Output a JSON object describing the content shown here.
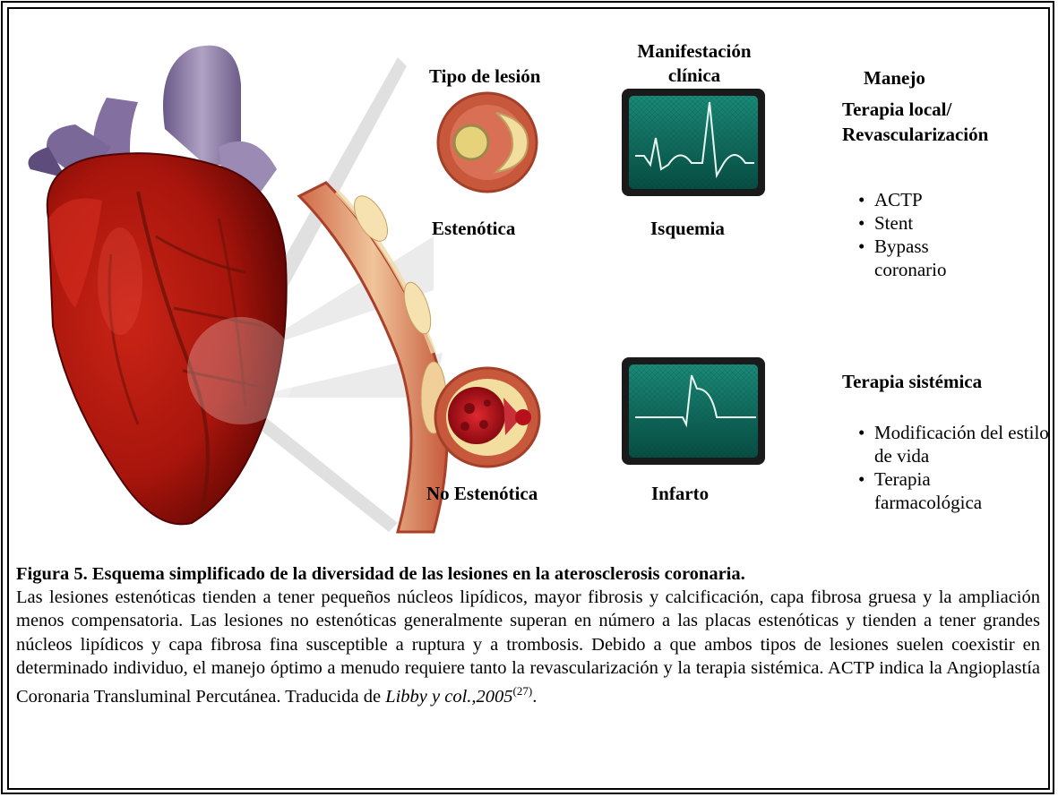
{
  "columns": {
    "lesion_header": "Tipo de lesión",
    "manifestation_header": "Manifestación clínica",
    "management_header": "Manejo"
  },
  "rows": [
    {
      "lesion": "Estenótica",
      "manifestation": "Isquemia",
      "therapy_title": "Terapia local/ Revascularización",
      "therapy_items": [
        "ACTP",
        "Stent",
        "Bypass coronario"
      ]
    },
    {
      "lesion": "No Estenótica",
      "manifestation": "Infarto",
      "therapy_title": "Terapia sistémica",
      "therapy_items": [
        "Modificación del estilo de vida",
        "Terapia farmacológica"
      ]
    }
  ],
  "caption": {
    "title": "Figura 5. Esquema simplificado de la diversidad de las lesiones en la aterosclerosis coronaria.",
    "body": "Las lesiones estenóticas tienden a tener pequeños núcleos lipídicos, mayor fibrosis y calcificación, capa fibrosa gruesa y la ampliación menos compensatoria. Las lesiones no estenóticas  generalmente superan en número a las placas estenóticas y tienden a tener grandes núcleos lipídicos y capa fibrosa fina susceptible a ruptura y a trombosis. Debido a que ambos tipos de lesiones suelen coexistir en determinado individuo, el manejo óptimo a  menudo requiere tanto la revascularización y la terapia sistémica. ACTP indica la Angioplastía Coronaria Transluminal Percutánea. Traducida de ",
    "citation_italic": "Libby y col.,2005",
    "citation_ref": "(27)",
    "end": "."
  },
  "colors": {
    "heart_red": "#a8150c",
    "aorta_purple": "#8a7aa0",
    "monitor_bg": "#0d6e60",
    "vessel_wall": "#b84a35",
    "plaque_yellow": "#f2dfa0",
    "thrombus_red": "#b8101a"
  }
}
